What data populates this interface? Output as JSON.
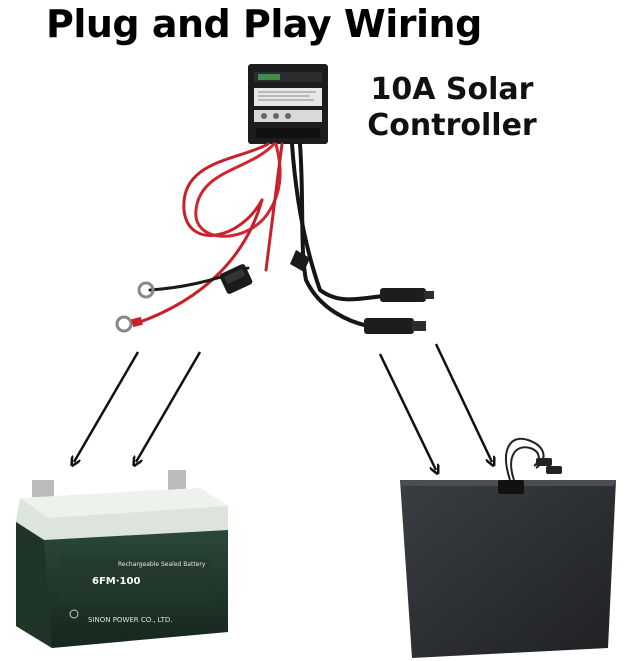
{
  "title": "Plug and Play Wiring",
  "controller": {
    "label_line1": "10A Solar",
    "label_line2": "Controller"
  },
  "battery": {
    "label_heading": "Rechargeable Sealed Battery",
    "model": "6FM·100",
    "maker": "SINON POWER CO., LTD."
  }
}
